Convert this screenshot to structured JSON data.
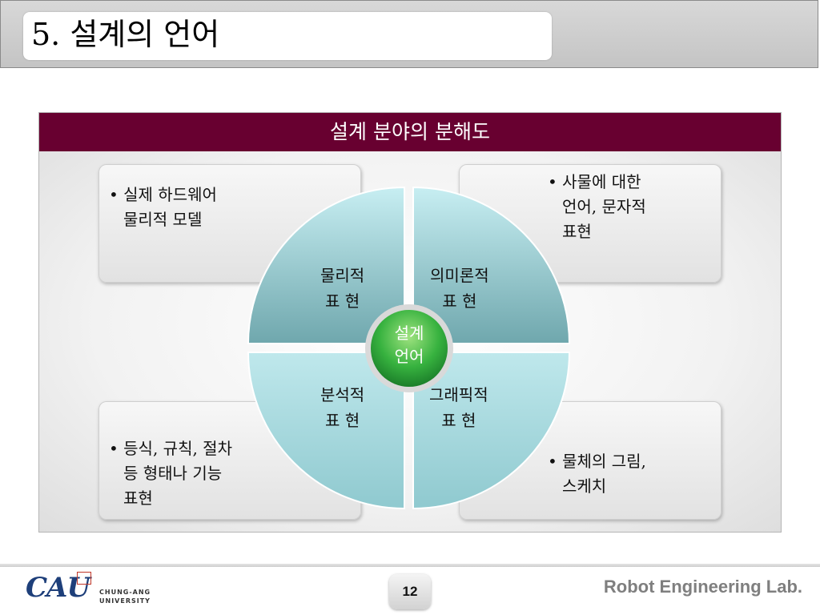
{
  "slide": {
    "title": "5. 설계의 언어",
    "page_number": "12",
    "lab_name": "Robot Engineering Lab.",
    "logo_text": "CAU",
    "logo_sub_1": "CHUNG-ANG",
    "logo_sub_2": "UNIVERSITY"
  },
  "panel": {
    "header": "설계 분야의 분해도",
    "center": {
      "line1": "설계",
      "line2": "언어"
    },
    "quadrants": [
      {
        "line1": "물리적",
        "line2": "표  현"
      },
      {
        "line1": "의미론적",
        "line2": "표  현"
      },
      {
        "line1": "분석적",
        "line2": "표  현"
      },
      {
        "line1": "그래픽적",
        "line2": "표  현"
      }
    ],
    "cards": [
      {
        "lines": [
          "• 실제 하드웨어",
          "물리적 모델"
        ]
      },
      {
        "lines": [
          "• 사물에 대한",
          "언어, 문자적",
          "표현"
        ]
      },
      {
        "lines": [
          "• 등식, 규칙, 절차",
          "등 형태나 기능",
          "표현"
        ]
      },
      {
        "lines": [
          "• 물체의 그림,",
          "스케치"
        ]
      }
    ]
  },
  "colors": {
    "header_bg": "#680030",
    "quadrant_fill": "#a8dbe0",
    "center_fill": "#2eae3a",
    "logo": "#1e3f7a"
  }
}
